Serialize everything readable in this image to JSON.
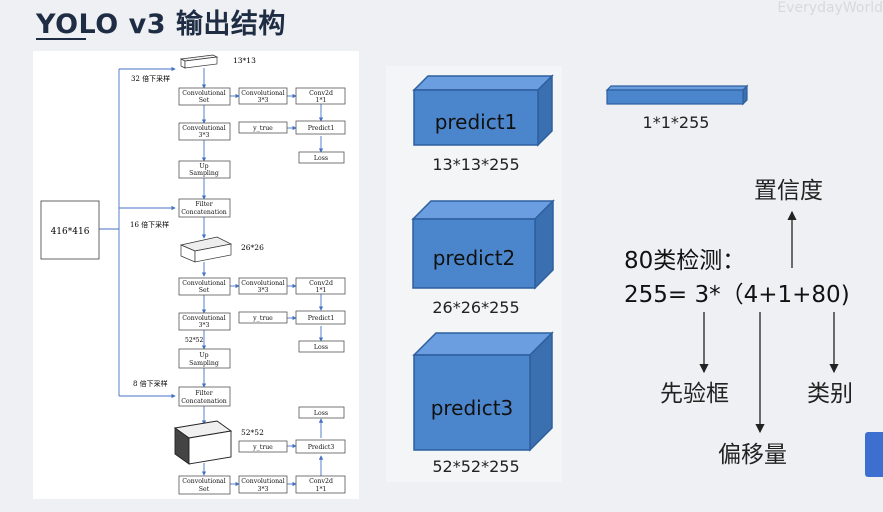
{
  "title": "YOLO v3 输出结构",
  "watermark": "EverydayWorld",
  "network": {
    "input": "416*416",
    "downsample_32": "32 倍下采样",
    "downsample_16": "16 倍下采样",
    "downsample_8": "8 倍下采样",
    "size_13": "13*13",
    "size_26": "26*26",
    "size_52_top": "52*52",
    "size_52": "52*52",
    "conv_set_l1": "Convolutional",
    "conv_set_l2": "Set",
    "conv33_l1": "Convolutional",
    "conv33_l2": "3*3",
    "conv2d_l1": "Conv2d",
    "conv2d_l2": "1*1",
    "y_true": "y_true",
    "predict1": "Predict1",
    "predict2": "Predict1",
    "predict3": "Predict3",
    "loss": "Loss",
    "up_l1": "Up",
    "up_l2": "Sampling",
    "filter_l1": "Filter",
    "filter_l2": "Concatenation"
  },
  "outputs": {
    "p1_label": "predict1",
    "p1_size": "13*13*255",
    "p2_label": "predict2",
    "p2_size": "26*26*255",
    "p3_label": "predict3",
    "p3_size": "52*52*255",
    "vector_label": "1*1*255"
  },
  "formula": {
    "detect_80": "80类检测：",
    "equation": "255= 3*（4+1+80)",
    "confidence": "置信度",
    "prior_box": "先验框",
    "category": "类别",
    "offset": "偏移量"
  },
  "colors": {
    "cube_front": "#4b86cc",
    "cube_top": "#6b9ee0",
    "cube_side": "#3a6fb0",
    "cube_edge": "#2e5f9e",
    "diagram_line": "#4472c4",
    "title": "#1f2d44"
  }
}
